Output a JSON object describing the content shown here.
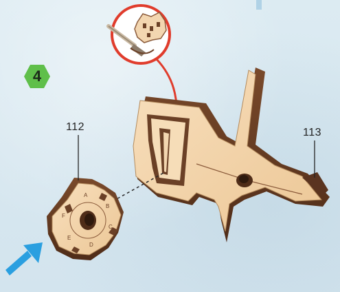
{
  "step": {
    "number": "4",
    "badge_color": "#5fbf4a"
  },
  "parts": [
    {
      "id": "gear",
      "label": "112"
    },
    {
      "id": "body",
      "label": "113"
    }
  ],
  "colors": {
    "wood_light": "#f3d6b0",
    "wood_dark": "#6b4026",
    "callout_ring": "#e03c2c",
    "hint_arrow": "#2a9fe0"
  },
  "gear_engravings": [
    "A",
    "B",
    "C",
    "D",
    "E",
    "F"
  ],
  "icons": [
    "tool-callout-icon",
    "insert-arrow-icon",
    "hint-arrow-icon"
  ]
}
